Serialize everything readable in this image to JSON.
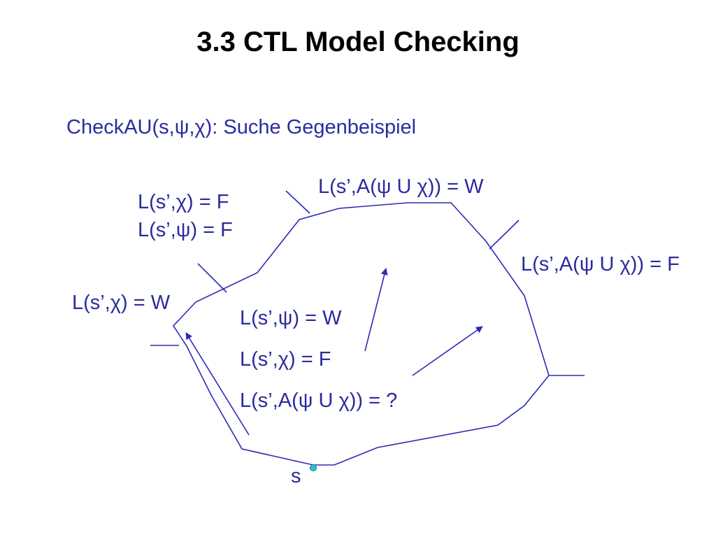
{
  "slide": {
    "title": "3.3 CTL Model Checking",
    "subtitle": "CheckAU(s,ψ,χ): Suche Gegenbeispiel"
  },
  "labels": {
    "top_left_chi": "L(s’,χ) = F",
    "top_left_psi": "L(s’,ψ) = F",
    "top_au_w": "L(s’,A(ψ U χ)) = W",
    "right_au_f": "L(s’,A(ψ U χ)) = F",
    "left_chi_w": "L(s’,χ) = W",
    "center_psi_w": "L(s’,ψ) = W",
    "center_chi_f": "L(s’,χ) = F",
    "center_au_q": "L(s’,A(ψ U χ)) = ?",
    "state_s": "s"
  },
  "colors": {
    "line": "#2b2bb5",
    "text": "#2b2b9e",
    "state_dot": "#27c3d6",
    "title": "#000000"
  }
}
